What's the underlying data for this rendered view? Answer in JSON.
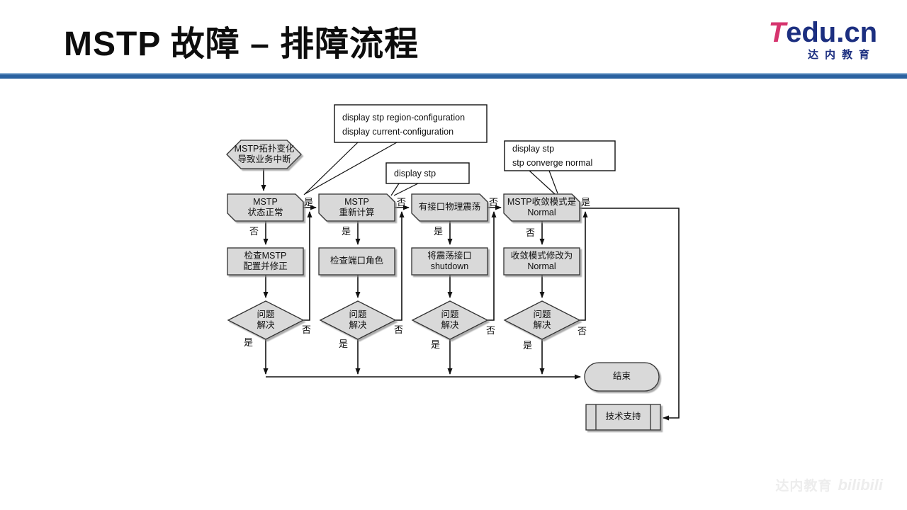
{
  "header": {
    "title": "MSTP 故障 – 排障流程",
    "logo": {
      "brand_t": "T",
      "brand_rest": "edu.cn",
      "tagline": "达内教育"
    }
  },
  "colors": {
    "brand_pink": "#d6346e",
    "brand_navy": "#1c2f80",
    "divider_blue": "#2a62a0",
    "node_fill": "#d9d9d9",
    "node_stroke": "#333333"
  },
  "flowchart": {
    "start_label": "MSTP拓扑变化\n导致业务中断",
    "callout1": {
      "line1": "display stp region-configuration",
      "line2": "display current-configuration"
    },
    "callout2": {
      "line1": "display stp"
    },
    "callout3": {
      "line1": "display stp",
      "line2": "stp converge normal"
    },
    "columns": [
      {
        "decision": "MSTP\n状态正常",
        "branch_right": "是",
        "branch_down": "否",
        "action": "检查MSTP\n配置并修正",
        "resolve": "问题\n解决",
        "resolve_right": "否",
        "resolve_down": "是"
      },
      {
        "decision": "MSTP\n重新计算",
        "branch_right": "否",
        "branch_down": "是",
        "action": "检查端口角色",
        "resolve": "问题\n解决",
        "resolve_right": "否",
        "resolve_down": "是"
      },
      {
        "decision": "有接口物理震荡",
        "branch_right": "否",
        "branch_down": "是",
        "action": "将震荡接口\nshutdown",
        "resolve": "问题\n解决",
        "resolve_right": "否",
        "resolve_down": "是"
      },
      {
        "decision": "MSTP收敛模式是\nNormal",
        "branch_right": "是",
        "branch_down": "否",
        "action": "收敛模式修改为\nNormal",
        "resolve": "问题\n解决",
        "resolve_right": "否",
        "resolve_down": "是"
      }
    ],
    "end_label": "结束",
    "support_label": "技术支持"
  },
  "watermark": {
    "text": "达内教育",
    "logo": "bilibili"
  }
}
